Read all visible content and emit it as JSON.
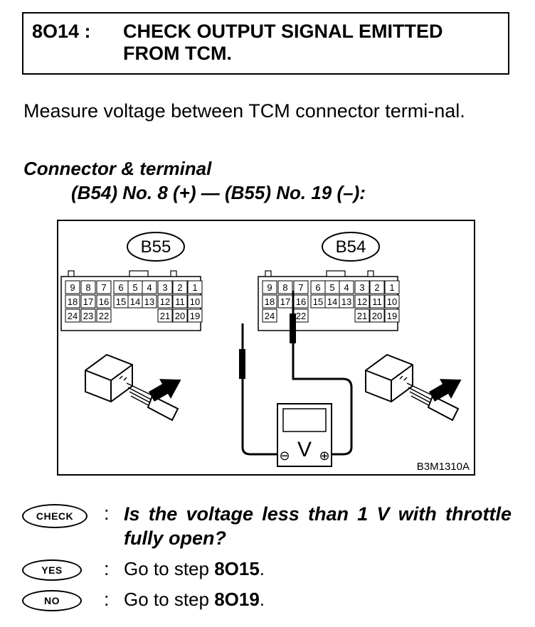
{
  "step": {
    "number": "8O14 :",
    "title": "CHECK OUTPUT SIGNAL EMITTED FROM TCM."
  },
  "instruction": "Measure voltage between TCM connector termi-nal.",
  "connector_terminal": {
    "heading": "Connector & terminal",
    "detail": "(B54) No. 8 (+) — (B55) No. 19 (–):"
  },
  "diagram": {
    "connector_b55": {
      "label": "B55",
      "row1": [
        "9",
        "8",
        "7",
        "6",
        "5",
        "4",
        "3",
        "2",
        "1"
      ],
      "row2": [
        "18",
        "17",
        "16",
        "15",
        "14",
        "13",
        "12",
        "11",
        "10"
      ],
      "row3": [
        "24",
        "23",
        "22",
        "21",
        "20",
        "19"
      ]
    },
    "connector_b54": {
      "label": "B54",
      "row1": [
        "9",
        "8",
        "7",
        "6",
        "5",
        "4",
        "3",
        "2",
        "1"
      ],
      "row2": [
        "18",
        "17",
        "16",
        "15",
        "14",
        "13",
        "12",
        "11",
        "10"
      ],
      "row3": [
        "24",
        "22",
        "21",
        "20",
        "19"
      ]
    },
    "voltmeter": {
      "symbol": "V",
      "minus": "⊖",
      "plus": "⊕"
    },
    "figure_code": "B3M1310A"
  },
  "check": {
    "badge": "CHECK",
    "colon": ":",
    "question": "Is the voltage less than 1 V with throttle fully open?"
  },
  "yes": {
    "badge": "YES",
    "colon": ":",
    "prefix": "Go to step ",
    "target": "8O15",
    "suffix": "."
  },
  "no": {
    "badge": "NO",
    "colon": ":",
    "prefix": "Go to step ",
    "target": "8O19",
    "suffix": "."
  }
}
